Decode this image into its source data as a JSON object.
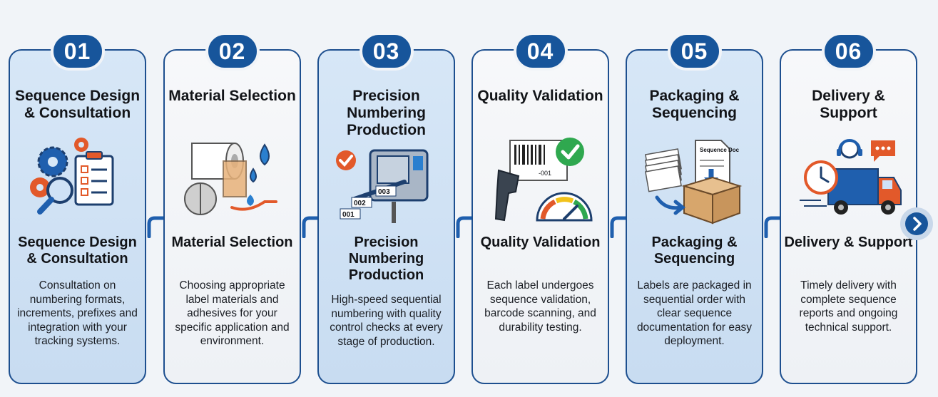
{
  "steps": [
    {
      "number": "01",
      "title": "Sequence Design & Consultation",
      "subtitle": "Sequence Design & Consultation",
      "description": "Consultation on numbering formats, increments, prefixes and integration with your tracking systems.",
      "icon": "gears-clipboard-magnifier-icon"
    },
    {
      "number": "02",
      "title": "Material Selection",
      "subtitle": "Material Selection",
      "description": "Choosing appropriate label materials and adhesives for your specific application and environment.",
      "icon": "label-roll-droplets-icon"
    },
    {
      "number": "03",
      "title": "Precision Numbering Production",
      "subtitle": "Precision Numbering Production",
      "description": "High-speed sequential numbering with quality control checks at every stage of production.",
      "icon": "numbering-machine-icon",
      "labels": [
        "001",
        "002",
        "003"
      ]
    },
    {
      "number": "04",
      "title": "Quality Validation",
      "subtitle": "Quality Validation",
      "description": "Each label undergoes sequence validation, barcode scanning, and durability testing.",
      "icon": "barcode-scanner-gauge-icon",
      "barcode_text": "-001"
    },
    {
      "number": "05",
      "title": "Packaging & Sequencing",
      "subtitle": "Packaging & Sequencing",
      "description": "Labels are packaged in sequential order with clear sequence documentation for easy deployment.",
      "icon": "box-documents-icon",
      "doc_label": "Sequence Doc"
    },
    {
      "number": "06",
      "title": "Delivery & Support",
      "subtitle": "Delivery & Support",
      "description": "Timely delivery with complete sequence reports and ongoing technical support.",
      "icon": "truck-headset-icon"
    }
  ],
  "colors": {
    "accent": "#17559b",
    "card_border": "#1d4f8f",
    "card_blue": "#d7e7f7",
    "card_white": "#f7f8fa",
    "check_green": "#2fa84f",
    "orange": "#e2592a"
  }
}
